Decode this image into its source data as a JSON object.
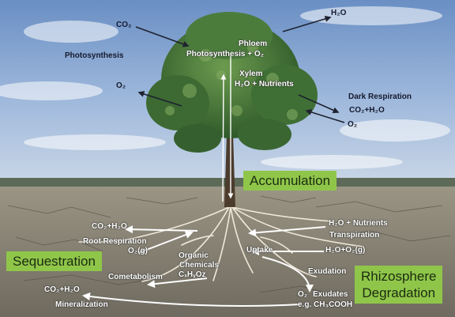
{
  "colors": {
    "sky": "#6f95c9",
    "soil": "#8a8276",
    "label_box": "#8fc64a",
    "root": "#f2ede0"
  },
  "labels": {
    "co2_top": "CO₂",
    "h2o_top": "H₂O",
    "photosynthesis": "Photosynthesis",
    "phloem": "Phloem",
    "photosynthesis_o2": "Photosynthesis + O₂",
    "xylem": "Xylem",
    "h2o_nutrients_top": "H₂O + Nutrients",
    "o2_left": "O₂",
    "dark_respiration": "Dark Respiration",
    "co2_h2o_right": "CO₂+H₂O",
    "o2_right": "O₂",
    "accumulation": "Accumulation",
    "co2_h2o_left": "CO₂+H₂O",
    "root_respiration": "Root Respiration",
    "o2_g": "O₂(g)",
    "h2o_nutrients_right": "H₂O + Nutrients",
    "transpiration": "Transpiration",
    "sequestration": "Sequestration",
    "uptake": "Uptake",
    "h2o_o2g": "H₂O+O₂(g)",
    "organic": "Organic",
    "chemicals": "Chemicals",
    "formula": "CₓHᵧOz",
    "exudation": "Exudation",
    "cometabolism": "Cometabolism",
    "co2_h2o_bottom": "CO₂+H₂O",
    "rhizosphere": "Rhizosphere",
    "degradation": "Degradation",
    "exudates": "Exudates",
    "exudates_formula": "e.g. CH₃COOH",
    "o2_bottom": "O₂",
    "mineralization": "Mineralization"
  }
}
